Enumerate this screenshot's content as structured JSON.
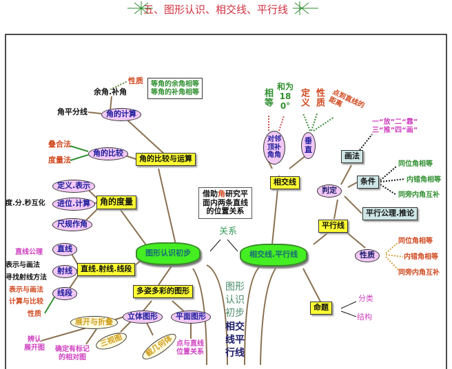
{
  "title": "五、图形认识、相交线、平行线",
  "left": {
    "property": "性质",
    "comp_supp": "余角.补角",
    "callout": [
      "等角的余角相等",
      "等角的补角相等"
    ],
    "bisector": "角平分线",
    "angle_calc": "角的计算",
    "overlap": "叠合法",
    "measure_method": "度量法",
    "angle_compare": "角的比较",
    "compare_ops": "角的比较与运算",
    "def": "定义.表示",
    "carry": "进位.计算",
    "ruler": "尺规作角",
    "dms": "度.分.秒互化",
    "angle_measure": "角的度量",
    "line": "直线",
    "line_axiom": "直线公理",
    "ray": "射线",
    "ray_draw": "表示与画法",
    "ray_find": "寻找射线方法",
    "segment": "线段",
    "seg_draw": "表示与画法",
    "seg_calc": "计算与比较",
    "seg_prop": "性质",
    "lrs": "直线.射线.线段",
    "shapes": "多姿多彩的图形",
    "solid": "立体图形",
    "plane": "平面图形",
    "unfold": "展开与折叠",
    "three_view": "三视图",
    "section": "截几何体",
    "identify": [
      "辨认",
      "展开图"
    ],
    "marked": [
      "确定有标记",
      "的相对图"
    ],
    "point_line": [
      "点与直线",
      "位置关系"
    ]
  },
  "center": {
    "note": [
      "借助",
      "角",
      "研究平",
      "面内两条直线",
      "的位置关系"
    ],
    "relation": "关系",
    "cloud_left": "图形认识初步",
    "cloud_right": "相交线.平行线",
    "trunk1": "图形认识初步",
    "trunk2": "相交线平行线"
  },
  "right": {
    "equal": "相等",
    "sum180": "和为180°",
    "def": "定义",
    "prop": "性质",
    "distance": "点到直线的距离",
    "adj": "对邻顶补角角",
    "perp": "垂直",
    "intersect": "相交线",
    "drawing": "画法",
    "drawing_rule": [
      "一“放”二“靠”",
      "三“推”四“画”"
    ],
    "judge": "判定",
    "cond": "条件",
    "c1": "同位角相等",
    "c2": "内错角相等",
    "c3": "同旁内角互补",
    "axiom": "平行公理.推论",
    "parallel": "平行线",
    "property": "性质",
    "p1": "同位角相等",
    "p2": "内错角相等",
    "p3": "同旁内角互补",
    "proposition": "命题",
    "classify": "分类",
    "structure": "结构"
  }
}
